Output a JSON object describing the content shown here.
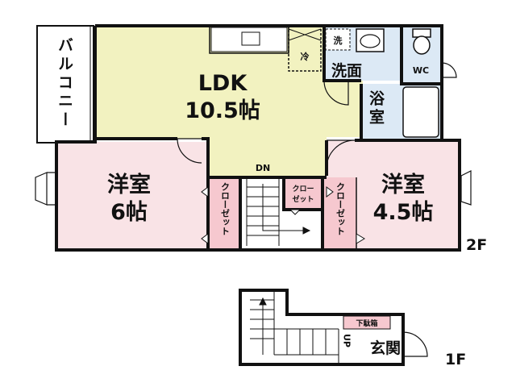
{
  "plan": {
    "colors": {
      "wall": "#111111",
      "ldk": "#f2f2c0",
      "bedroom": "#f9e3e6",
      "wet": "#dce9f5",
      "closet": "#f6c8cf",
      "white": "#ffffff"
    },
    "floor2": {
      "label": "2F",
      "balcony": "バルコニー",
      "ldk_name": "LDK",
      "ldk_size": "10.5帖",
      "western_left_name": "洋室",
      "western_left_size": "6帖",
      "western_right_name": "洋室",
      "western_right_size": "4.5帖",
      "closet_left": "クローゼット",
      "closet_right": "クローゼット",
      "closet_center_line1": "クロー",
      "closet_center_line2": "ゼット",
      "washroom": "洗面",
      "washer": "洗",
      "fridge": "冷",
      "bath": "浴室",
      "wc": "WC",
      "stairs_dn": "DN"
    },
    "floor1": {
      "label": "1F",
      "entrance": "玄関",
      "shoe_box": "下駄箱",
      "stairs_up": "UP"
    }
  }
}
